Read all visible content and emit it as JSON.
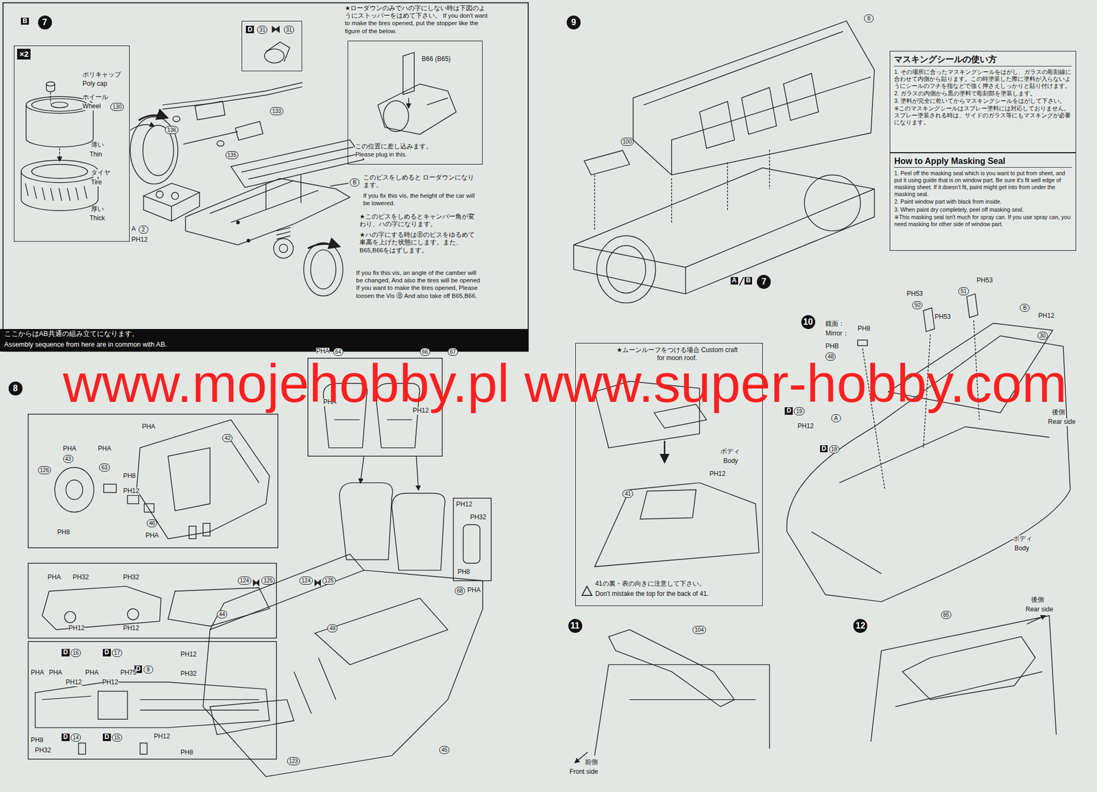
{
  "diagram": {
    "nodes": [
      {
        "text": [
          "×2"
        ]
      },
      {
        "text": [
          "D",
          "31",
          "31"
        ]
      },
      {
        "text": [
          "★ローダウンのみでハの字にしない時は下図のようにストッパーをはめて下さい。 If you don't want to make the tires opened, put the stopper like the figure of the below.",
          "B66 (B65)",
          "この位置に差し込みます。 Please plug in this."
        ]
      },
      {
        "text": [
          "ここからはAB共通の組み立てになります。",
          "Assembly sequence from here are in common with AB."
        ]
      },
      {
        "text": [
          "マスキングシールの使い方",
          "1. その場所に合ったマスキングシールをはがし、ガラスの彫刻線に合わせて内側から貼ります。この時塗装した際に塗料が入らないようにシールのフチを指などで強く押さえしっかりと貼り付けます。",
          "2. ガラスの内側から黒の塗料で彫刻部を塗装します。",
          "3. 塗料が完全に乾いてからマスキングシールをはがして下さい。",
          "※このマスキングシールはスプレー塗料には対応しておりません。スプレー塗装される時は、サイドのガラス等にもマスキングが必要になります。"
        ]
      },
      {
        "text": [
          "How to Apply Masking Seal",
          "1. Peel off the masking seal which is you want to put from sheet, and put it using guide that is on window part. Be sure it's fit well edge of masking sheet. If it doesn't fit, paint might get into from under the masking seal.",
          "2. Paint window part with black from inside.",
          "3. When paint dry completely, peel off masking seal.",
          "※This masking seal isn't much for spray can. If you use spray can, you need masking for other side of window part."
        ]
      },
      {
        "text": [
          "★ムーンルーフをつける場合 Custom craft for moon roof.",
          "41の裏・表の向きに注意して下さい。",
          "Don't mistake the top for the back of 41."
        ]
      }
    ],
    "labels": [
      "B",
      "7",
      "ポリキャップ",
      "Poly cap",
      "ホイール",
      "Wheel",
      "130",
      "薄い",
      "Thin",
      "タイヤ",
      "Tire",
      "厚い",
      "Thick",
      "A",
      "2",
      "PH12",
      "136",
      "133",
      "135",
      "B",
      "このビスをしめると ローダウンになります。",
      "If you fix this vis, the height of the car will be lowered.",
      "★このビスをしめるとキャンバー角が変わり、ハの字になります。",
      "★ハの字にする時はⒷのビスをゆるめて車高を上げた状態にします。また、B65,B66をはずします。",
      "If you fix this vis, an angle of the camber will be changed, And also the tires will be opened If you want to make the tires opened, Please loosen the Vis Ⓑ And also take off B65,B66.",
      "8",
      "PHA",
      "42",
      "PHA",
      "43",
      "PHA",
      "63",
      "126",
      "PH8",
      "PH12",
      "PH8",
      "46",
      "PHA",
      "PHA",
      "PH32",
      "PH32",
      "PH12",
      "PH12",
      "D",
      "16",
      "D",
      "17",
      "D",
      "8",
      "PHA",
      "PHA",
      "PH12",
      "PHA",
      "PH12",
      "PH75",
      "PH12",
      "PH32",
      "PH8",
      "PH32",
      "D",
      "14",
      "D",
      "15",
      "PH12",
      "PH8",
      "PHA",
      "64",
      "66",
      "67",
      "PHA",
      "PH12",
      "PH12",
      "PH32",
      "PH8",
      "124",
      "125",
      "124",
      "125",
      "44",
      "49",
      "68",
      "PHA",
      "123",
      "45",
      "9",
      "8",
      "100",
      "A",
      "B",
      "7",
      "10",
      "鏡面：",
      "Mirror：",
      "PH8",
      "PHB",
      "48",
      "D",
      "19",
      "PH12",
      "PH53",
      "50",
      "PH53",
      "51",
      "PH53",
      "B",
      "PH12",
      "30",
      "後側",
      "Rear side",
      "A",
      "D",
      "18",
      "ボディ",
      "Body",
      "ボディ",
      "Body",
      "41",
      "PH12",
      "11",
      "104",
      "前側",
      "Front side",
      "12",
      "85",
      "後側",
      "Rear side",
      "www.mojehobby.pl www.super-hobby.com"
    ]
  }
}
